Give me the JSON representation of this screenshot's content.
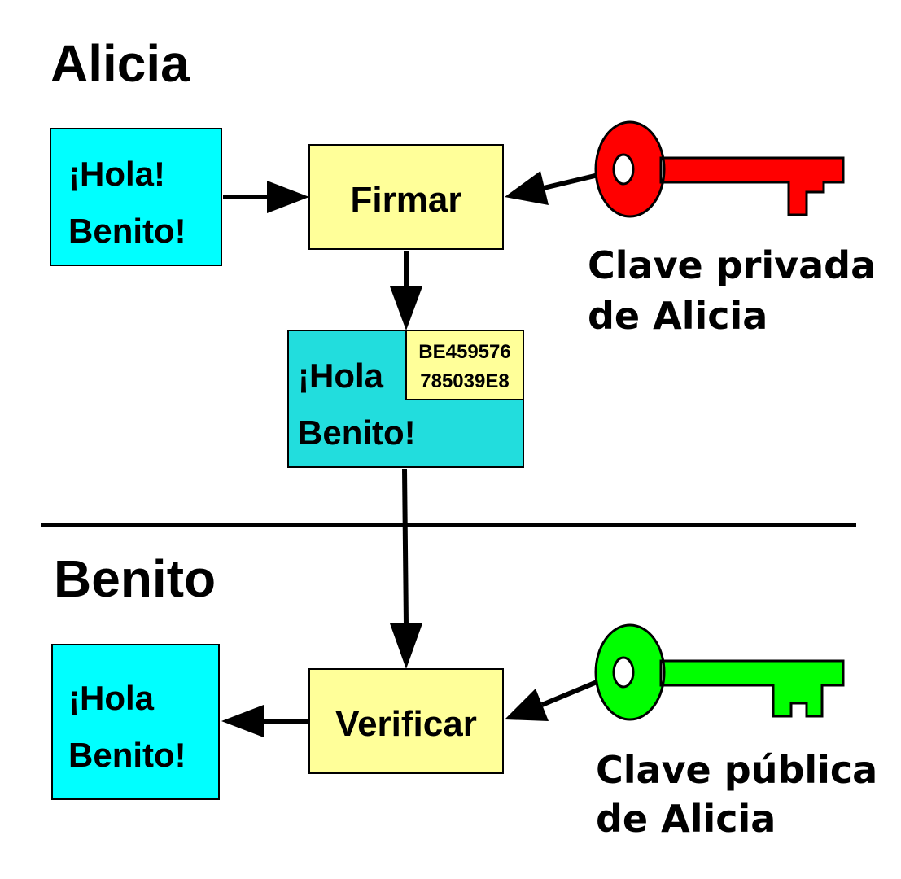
{
  "sections": {
    "sender": "Alicia",
    "receiver": "Benito"
  },
  "message_original": {
    "line1": "¡Hola!",
    "line2": "Benito!"
  },
  "sign_box": {
    "label": "Firmar"
  },
  "signed_message": {
    "line1": "¡Hola",
    "line2": "Benito!",
    "signature_line1": "BE459576",
    "signature_line2": "785039E8"
  },
  "verify_box": {
    "label": "Verificar"
  },
  "message_received": {
    "line1": "¡Hola",
    "line2": "Benito!"
  },
  "private_key": {
    "color": "#ff0000",
    "label_line1": "Clave privada",
    "label_line2": "de Alicia"
  },
  "public_key": {
    "color": "#00ff00",
    "label_line1": "Clave pública",
    "label_line2": "de Alicia"
  },
  "colors": {
    "message": "#00ffff",
    "signed_message": "#22dddd",
    "process": "#ffff99"
  }
}
